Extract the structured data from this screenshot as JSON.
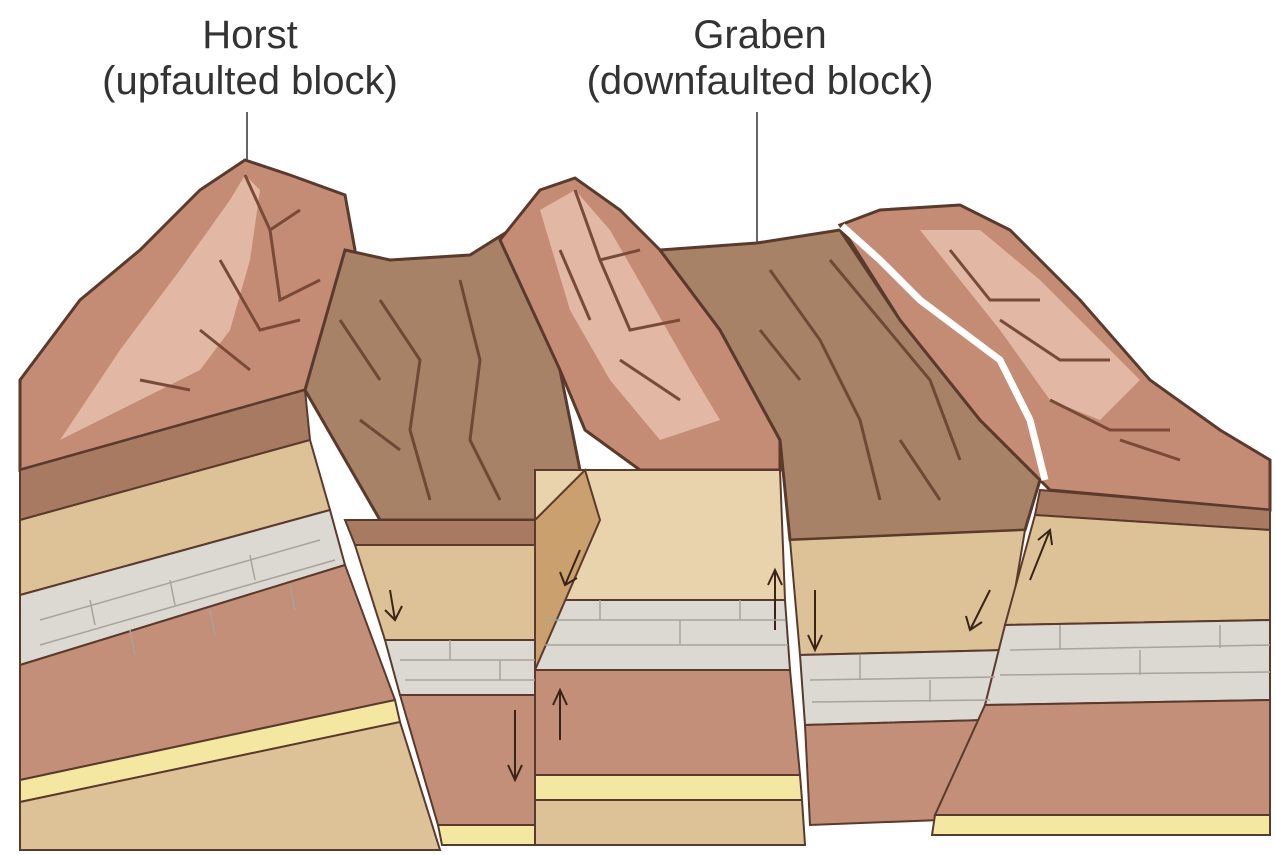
{
  "labels": {
    "horst": {
      "name": "Horst",
      "description": "(upfaulted block)"
    },
    "graben": {
      "name": "Graben",
      "description": "(downfaulted block)"
    }
  },
  "colors": {
    "outline": "#5a3a2c",
    "mountain_light": "#e2b8a4",
    "mountain_mid": "#c48c74",
    "mountain_dark": "#9a6a55",
    "graben_brown": "#a88266",
    "sandstone": "#dcc296",
    "sandstone_light": "#e8d3ad",
    "limestone": "#dcd8d2",
    "shale_red": "#c38f78",
    "coal_yellow": "#f4e7a1"
  }
}
